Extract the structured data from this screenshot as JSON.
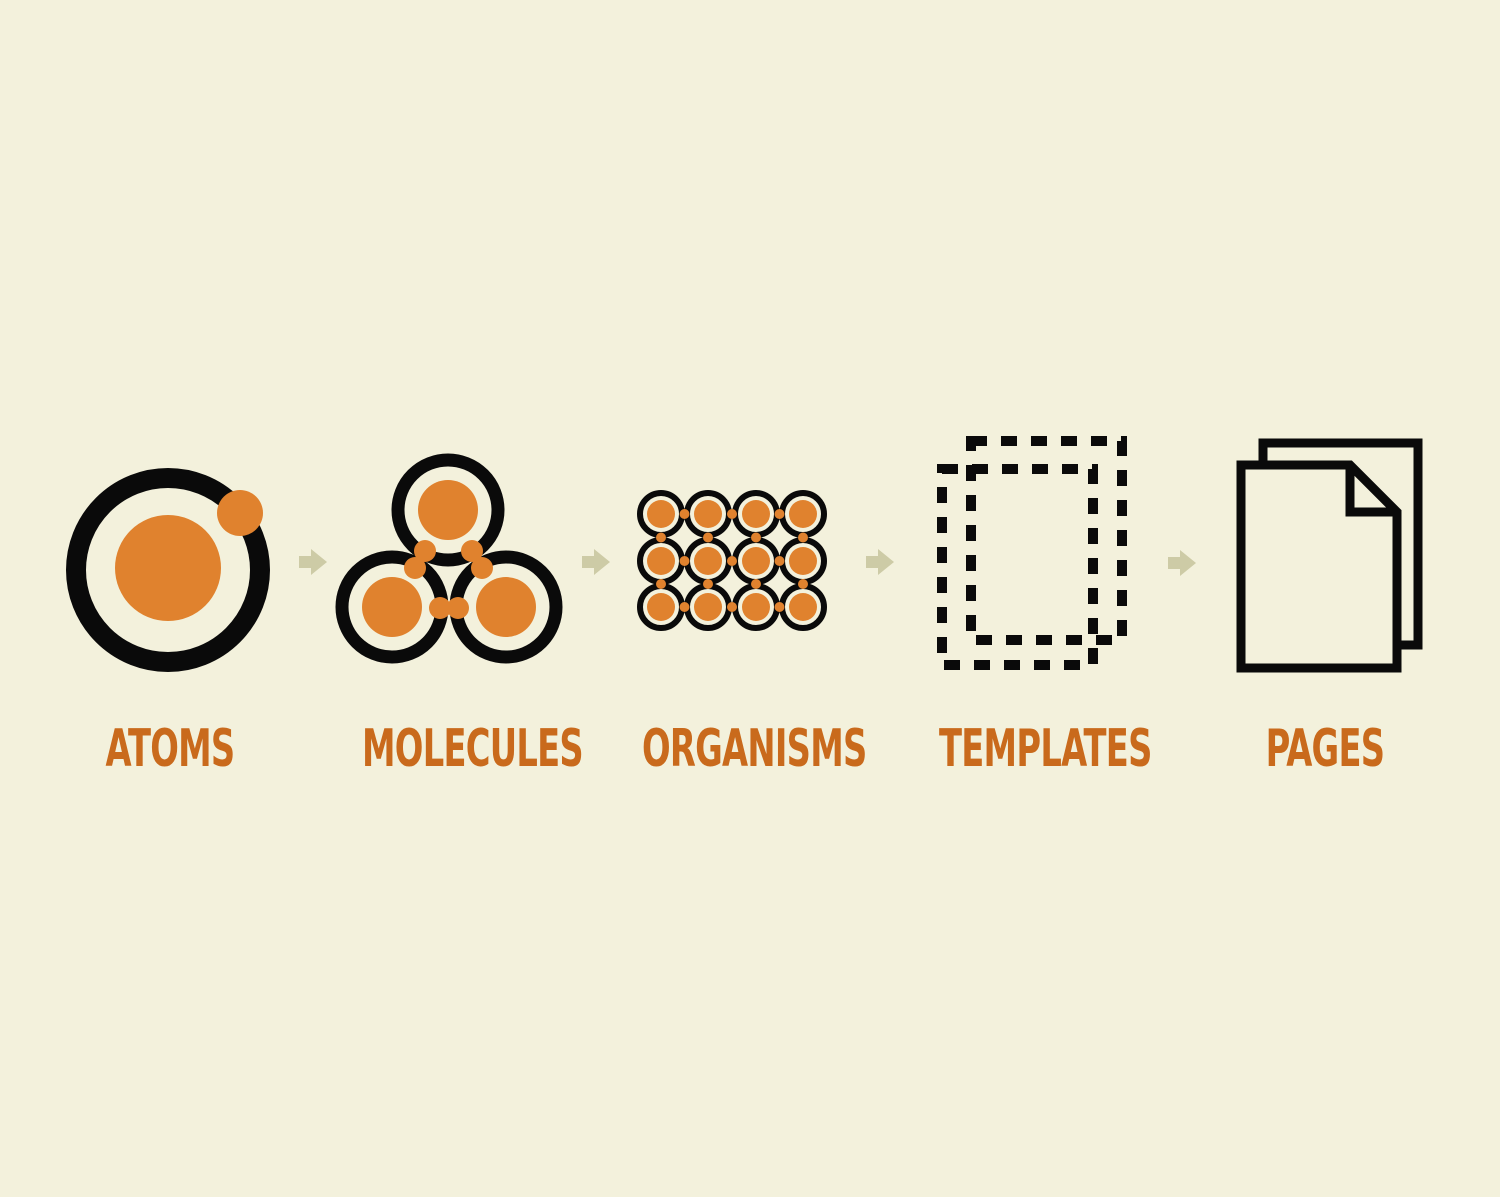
{
  "colors": {
    "background": "#f3f1dc",
    "accent": "#e0822e",
    "label": "#c96a1c",
    "outline": "#0a0a0a",
    "ring_fill": "#f3f1dc",
    "arrow": "#cdcba6"
  },
  "stages": [
    {
      "id": "atoms",
      "label": "ATOMS",
      "icon": "atom-icon"
    },
    {
      "id": "molecules",
      "label": "MOLECULES",
      "icon": "molecule-icon"
    },
    {
      "id": "organisms",
      "label": "ORGANISMS",
      "icon": "organism-icon"
    },
    {
      "id": "templates",
      "label": "TEMPLATES",
      "icon": "template-icon"
    },
    {
      "id": "pages",
      "label": "PAGES",
      "icon": "pages-icon"
    }
  ]
}
